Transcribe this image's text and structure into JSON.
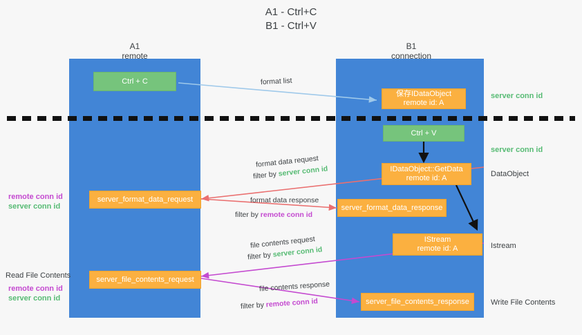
{
  "title": {
    "line1": "A1 - Ctrl+C",
    "line2": "B1 - Ctrl+V"
  },
  "columns": [
    {
      "name": "A1",
      "sub": "remote"
    },
    {
      "name": "B1",
      "sub": "connection"
    }
  ],
  "nodes": {
    "ctrl_c": "Ctrl + C",
    "ctrl_v": "Ctrl + V",
    "save_idataobject": "保存IDataObject\nremote id: A",
    "save_idataobject_l1": "保存IDataObject",
    "save_idataobject_l2": "remote id: A",
    "getdata_l1": "IDataObject::GetData",
    "getdata_l2": "remote id: A",
    "istream_l1": "IStream",
    "istream_l2": "remote id: A",
    "server_format_data_request": "server_format_data_request",
    "server_format_data_response": "server_format_data_response",
    "server_file_contents_request": "server_file_contents_request",
    "server_file_contents_response": "server_file_contents_response"
  },
  "edges": {
    "format_list": "format list",
    "format_data_request": "format data request",
    "format_data_filter_prefix": "filter by ",
    "format_data_filter_server": "server conn id",
    "format_data_response": "format data response",
    "format_data_resp_filter_prefix": "filter by ",
    "format_data_resp_filter_remote": "remote conn id",
    "file_contents_request": "file contents request",
    "file_contents_filter_prefix": "filter by ",
    "file_contents_filter_server": "server conn id",
    "file_contents_response": "file contents response",
    "file_contents_resp_filter_prefix": "filter by ",
    "file_contents_resp_filter_remote": "remote conn id"
  },
  "annotations": {
    "right_server_conn_id_1": "server conn id",
    "right_server_conn_id_2": "server conn id",
    "right_dataobject": "DataObject",
    "right_istream": "Istream",
    "right_write_file_contents": "Write File Contents",
    "left_remote_conn_id_1": "remote conn id",
    "left_server_conn_id_1": "server conn id",
    "left_read_file_contents": "Read File Contents",
    "left_remote_conn_id_2": "remote conn id",
    "left_server_conn_id_2": "server conn id"
  },
  "colors": {
    "lane": "#4285d6",
    "orange": "#fbb040",
    "green_node": "#76c47c",
    "green_text": "#57bb74",
    "magenta_text": "#c44ad0",
    "red_arrow": "#ea6f6f",
    "magenta_arrow": "#c44ad0",
    "blue_arrow": "#9fc9ea",
    "black_arrow": "#111111",
    "background": "#f7f7f7"
  }
}
